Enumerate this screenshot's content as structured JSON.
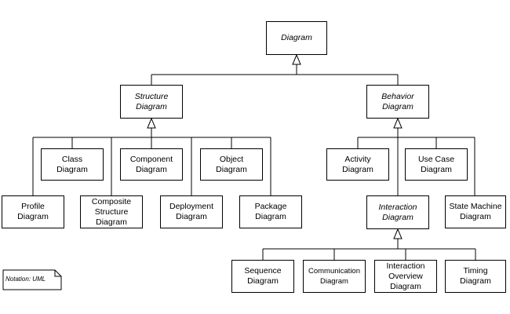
{
  "nodes": {
    "diagram": "Diagram",
    "structure": "Structure\nDiagram",
    "behavior": "Behavior\nDiagram",
    "class": "Class\nDiagram",
    "component": "Component\nDiagram",
    "object": "Object\nDiagram",
    "profile": "Profile\nDiagram",
    "composite": "Composite\nStructure\nDiagram",
    "deployment": "Deployment\nDiagram",
    "package": "Package\nDiagram",
    "activity": "Activity\nDiagram",
    "usecase": "Use Case\nDiagram",
    "interaction": "Interaction\nDiagram",
    "statemachine": "State Machine\nDiagram",
    "sequence": "Sequence\nDiagram",
    "communication": "Communication\nDiagram",
    "overview": "Interaction\nOverview\nDiagram",
    "timing": "Timing\nDiagram"
  },
  "notation": "Notation: UML",
  "relationship": "generalization",
  "hierarchy": {
    "diagram": [
      "structure",
      "behavior"
    ],
    "structure": [
      "class",
      "component",
      "object",
      "profile",
      "composite",
      "deployment",
      "package"
    ],
    "behavior": [
      "activity",
      "usecase",
      "interaction",
      "statemachine"
    ],
    "interaction": [
      "sequence",
      "communication",
      "overview",
      "timing"
    ]
  }
}
